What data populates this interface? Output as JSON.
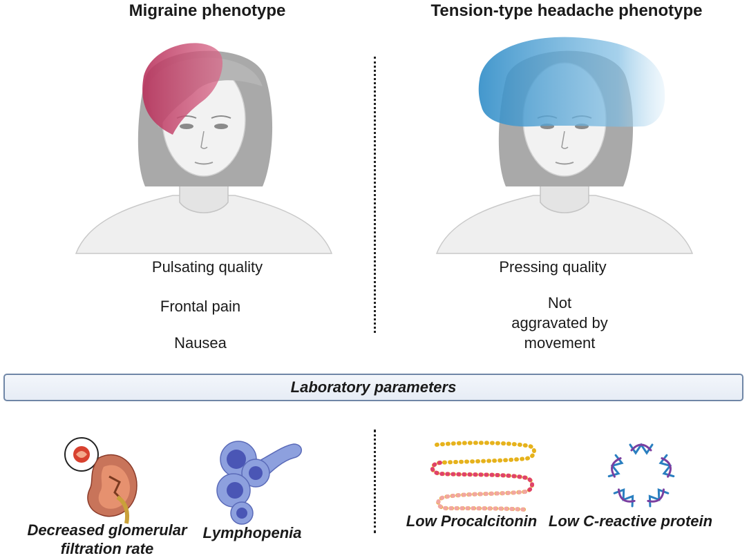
{
  "migraine": {
    "title": "Migraine phenotype",
    "features": [
      "Pulsating quality",
      "Frontal pain",
      "Nausea"
    ],
    "pain_color": "#c2456a"
  },
  "tension": {
    "title": "Tension-type headache phenotype",
    "features": [
      "Pressing quality",
      "Not",
      "aggravated by",
      "movement"
    ],
    "pain_color": "#3d9ad1"
  },
  "lab": {
    "header": "Laboratory parameters",
    "items": [
      {
        "line1": "Decreased glomerular",
        "line2": "filtration rate",
        "icon": "kidney-icon"
      },
      {
        "line1": "Lymphopenia",
        "icon": "lymphocytes-icon"
      },
      {
        "line1": "Low Procalcitonin",
        "icon": "procalcitonin-chain-icon"
      },
      {
        "line1": "Low C-reactive protein",
        "icon": "crp-protein-icon"
      }
    ]
  }
}
